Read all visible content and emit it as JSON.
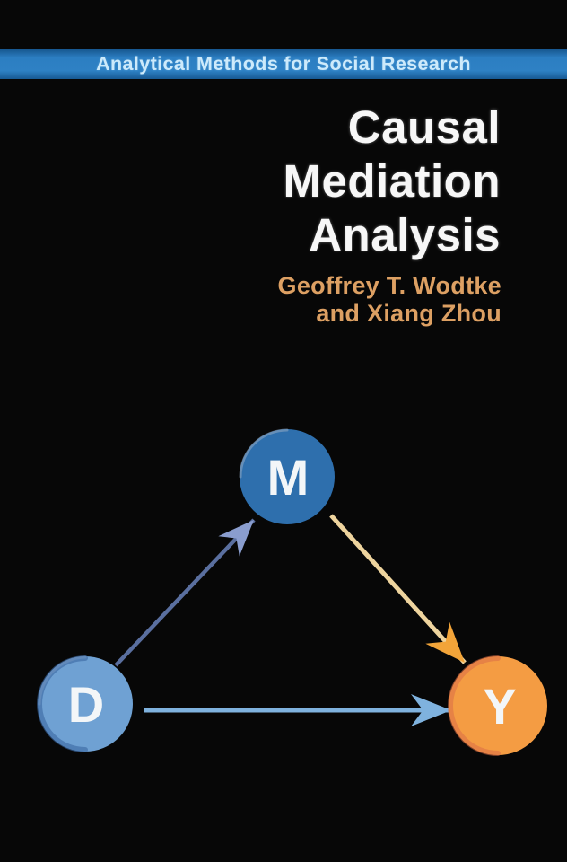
{
  "cover": {
    "background_color": "#070707",
    "series_banner": {
      "label": "Analytical Methods for Social Research",
      "background_color": "#2d80c4",
      "text_color": "#cdeafb"
    },
    "title": {
      "lines": [
        "Causal",
        "Mediation",
        "Analysis"
      ],
      "color": "#f7f7f7"
    },
    "authors": {
      "line1": "Geoffrey T. Wodtke",
      "line2": "and Xiang Zhou",
      "color": "#dda063"
    },
    "diagram": {
      "nodes": [
        {
          "id": "M",
          "label": "M",
          "color": "#2e6fad",
          "text_color": "#f3f6f8"
        },
        {
          "id": "D",
          "label": "D",
          "color": "#6fa1d3",
          "text_color": "#f3f6f8"
        },
        {
          "id": "Y",
          "label": "Y",
          "color": "#f49c43",
          "text_color": "#f3f6f8"
        }
      ],
      "edges": [
        {
          "from": "D",
          "to": "M",
          "line_color": "#5a6f9f",
          "head_color": "#8a9dce"
        },
        {
          "from": "M",
          "to": "Y",
          "line_color": "#eed49e",
          "head_color": "#f2a439"
        },
        {
          "from": "D",
          "to": "Y",
          "line_color": "#7fb2de",
          "head_color": "#7fb2de"
        }
      ]
    }
  }
}
